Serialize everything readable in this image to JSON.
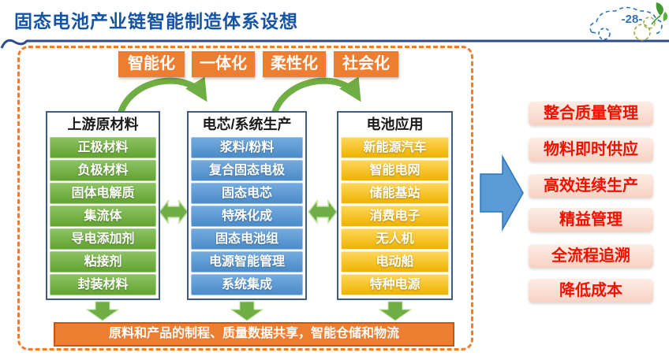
{
  "title": "固态电池产业链智能制造体系设想",
  "page_number": "-28-",
  "tags": [
    "智能化",
    "一体化",
    "柔性化",
    "社会化"
  ],
  "columns": [
    {
      "header": "上游原材料",
      "items": [
        "正极材料",
        "负极材料",
        "固体电解质",
        "集流体",
        "导电添加剂",
        "粘接剂",
        "封装材料"
      ]
    },
    {
      "header": "电芯/系统生产",
      "items": [
        "浆料/粉料",
        "复合固态电极",
        "固态电芯",
        "特殊化成",
        "固态电池组",
        "电源智能管理",
        "系统集成"
      ]
    },
    {
      "header": "电池应用",
      "items": [
        "新能源汽车",
        "智能电网",
        "储能基站",
        "消费电子",
        "无人机",
        "电动船",
        "特种电源"
      ]
    }
  ],
  "bottom_bar": "原料和产品的制程、质量数据共享，智能仓储和物流",
  "benefits": [
    "整合质量管理",
    "物料即时供应",
    "高效连续生产",
    "精益管理",
    "全流程追溯",
    "降低成本"
  ],
  "icons": {
    "car": "car-doodle-icon",
    "leaf": "leaf-icon",
    "curved_arrow": "curved-arrow-icon",
    "double_arrow": "double-arrow-icon",
    "down_arrow": "down-arrow-icon",
    "right_arrow": "right-arrow-icon"
  },
  "colors": {
    "title_blue": "#1553A5",
    "accent_orange": "#ED7D31",
    "green": "#70AD47",
    "blue": "#5B9BD5",
    "gold": "#FFC000",
    "benefit_red": "#F01000",
    "navy_line": "#2E4B8F"
  }
}
